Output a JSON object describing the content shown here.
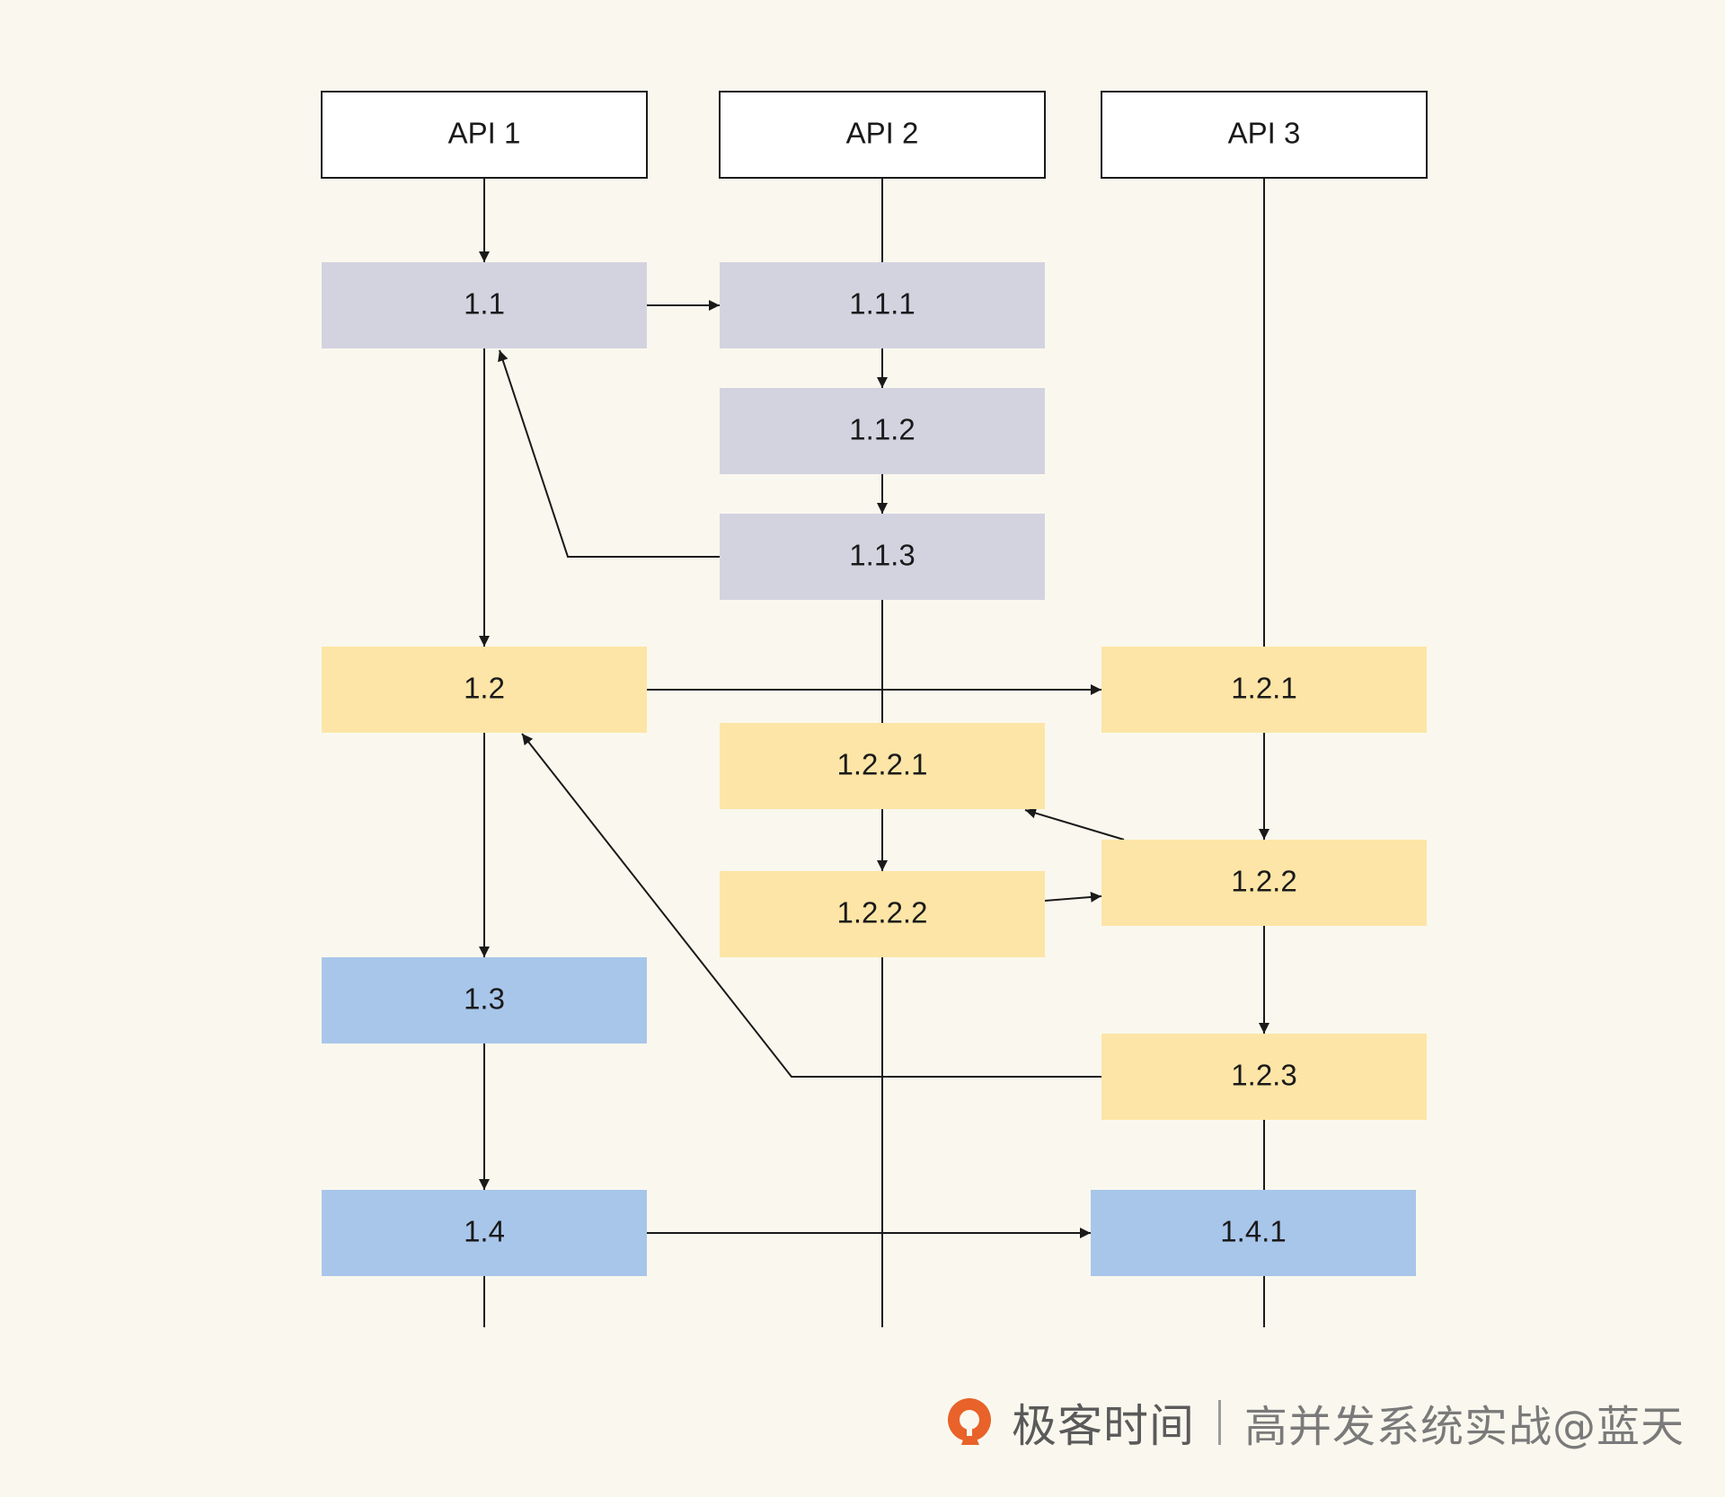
{
  "nodes": [
    {
      "id": "api1",
      "label": "API 1",
      "kind": "header"
    },
    {
      "id": "api2",
      "label": "API 2",
      "kind": "header"
    },
    {
      "id": "api3",
      "label": "API 3",
      "kind": "header"
    },
    {
      "id": "n1_1",
      "label": "1.1",
      "kind": "gray"
    },
    {
      "id": "n1_1_1",
      "label": "1.1.1",
      "kind": "gray"
    },
    {
      "id": "n1_1_2",
      "label": "1.1.2",
      "kind": "gray"
    },
    {
      "id": "n1_1_3",
      "label": "1.1.3",
      "kind": "gray"
    },
    {
      "id": "n1_2",
      "label": "1.2",
      "kind": "yellow"
    },
    {
      "id": "n1_2_1",
      "label": "1.2.1",
      "kind": "yellow"
    },
    {
      "id": "n1_2_2_1",
      "label": "1.2.2.1",
      "kind": "yellow"
    },
    {
      "id": "n1_2_2",
      "label": "1.2.2",
      "kind": "yellow"
    },
    {
      "id": "n1_2_2_2",
      "label": "1.2.2.2",
      "kind": "yellow"
    },
    {
      "id": "n1_2_3",
      "label": "1.2.3",
      "kind": "yellow"
    },
    {
      "id": "n1_3",
      "label": "1.3",
      "kind": "blue"
    },
    {
      "id": "n1_4",
      "label": "1.4",
      "kind": "blue"
    },
    {
      "id": "n1_4_1",
      "label": "1.4.1",
      "kind": "blue"
    }
  ],
  "edges": [
    {
      "from": "api1",
      "to": "n1_1"
    },
    {
      "from": "n1_1",
      "to": "n1_1_1"
    },
    {
      "from": "n1_1_1",
      "to": "n1_1_2"
    },
    {
      "from": "n1_1_2",
      "to": "n1_1_3"
    },
    {
      "from": "n1_1_3",
      "to": "n1_1"
    },
    {
      "from": "n1_1",
      "to": "n1_2"
    },
    {
      "from": "n1_2",
      "to": "n1_2_1"
    },
    {
      "from": "n1_2_1",
      "to": "n1_2_2"
    },
    {
      "from": "n1_2_2",
      "to": "n1_2_2_1"
    },
    {
      "from": "n1_2_2_1",
      "to": "n1_2_2_2"
    },
    {
      "from": "n1_2_2_2",
      "to": "n1_2_2"
    },
    {
      "from": "n1_2_2",
      "to": "n1_2_3"
    },
    {
      "from": "n1_2_3",
      "to": "n1_2"
    },
    {
      "from": "n1_2",
      "to": "n1_3"
    },
    {
      "from": "n1_3",
      "to": "n1_4"
    },
    {
      "from": "n1_4",
      "to": "n1_4_1"
    }
  ],
  "colors": {
    "background": "#faf8ee",
    "header_fill": "#ffffff",
    "gray": "#d3d3e0",
    "yellow": "#fce5a6",
    "blue": "#a8c6ea",
    "line": "#1a1a1a",
    "brand": "#e8622a"
  },
  "watermark": {
    "logo_icon": "geektime-logo-icon",
    "brand": "极客时间",
    "subtitle": "高并发系统实战@蓝天"
  }
}
